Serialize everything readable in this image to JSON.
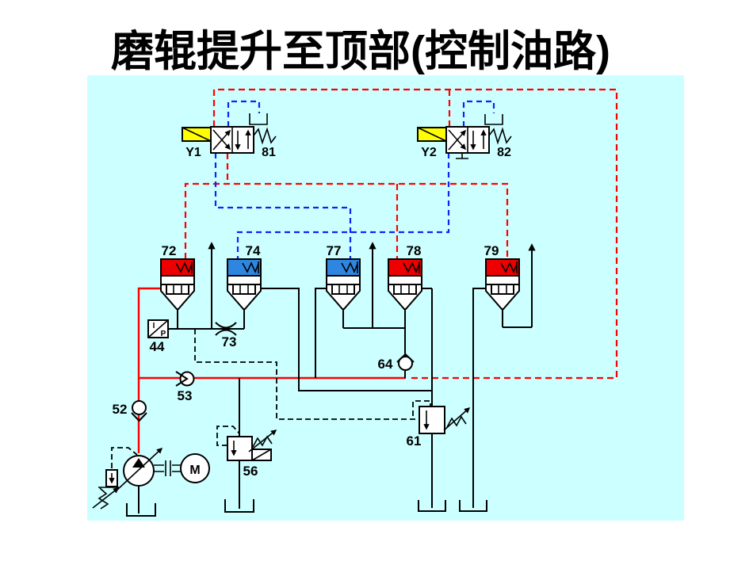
{
  "title": "磨辊提升至顶部(控制油路)",
  "labels": {
    "y1": "Y1",
    "v81": "81",
    "y2": "Y2",
    "v82": "82",
    "v72": "72",
    "v74": "74",
    "v77": "77",
    "v78": "78",
    "v79": "79",
    "c44": "44",
    "c52": "52",
    "c53": "53",
    "c56": "56",
    "c61": "61",
    "c64": "64",
    "c73": "73",
    "ip_i": "I",
    "ip_p": "P",
    "motor": "M"
  },
  "colors": {
    "canvas_bg": "#ccffff",
    "pressure_line_red": "#ff0000",
    "pilot_line_blue": "#0b24fb",
    "pilot_line_black": "#000000",
    "solenoid_yellow": "#ffff00",
    "valve_cap_red": "#ee0000",
    "valve_cap_blue": "#2e86e0"
  },
  "components": [
    {
      "id": "Y1/81",
      "type": "solenoid-directional-valve"
    },
    {
      "id": "Y2/82",
      "type": "solenoid-directional-valve"
    },
    {
      "id": "72",
      "type": "cartridge-valve",
      "cap": "red"
    },
    {
      "id": "74",
      "type": "cartridge-valve",
      "cap": "blue"
    },
    {
      "id": "77",
      "type": "cartridge-valve",
      "cap": "blue"
    },
    {
      "id": "78",
      "type": "cartridge-valve",
      "cap": "red"
    },
    {
      "id": "79",
      "type": "cartridge-valve",
      "cap": "red"
    },
    {
      "id": "44",
      "type": "pressure-transducer"
    },
    {
      "id": "52",
      "type": "check-valve"
    },
    {
      "id": "53",
      "type": "check-valve"
    },
    {
      "id": "56",
      "type": "pilot-relief-valve"
    },
    {
      "id": "61",
      "type": "pilot-relief-valve"
    },
    {
      "id": "64",
      "type": "check-valve"
    },
    {
      "id": "73",
      "type": "throttle"
    },
    {
      "id": "M",
      "type": "electric-motor"
    }
  ]
}
